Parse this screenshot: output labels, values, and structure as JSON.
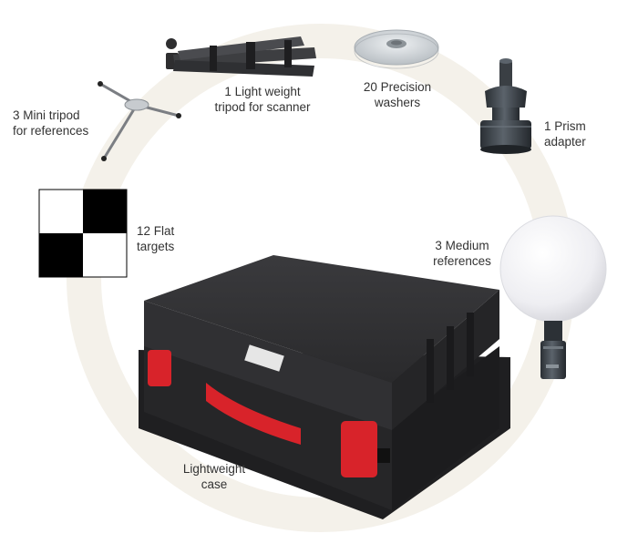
{
  "kit": {
    "items": [
      {
        "key": "tripod_scanner",
        "line1": "1 Light weight",
        "line2": "tripod for scanner"
      },
      {
        "key": "washers",
        "line1": "20 Precision",
        "line2": "washers"
      },
      {
        "key": "prism",
        "line1": "1 Prism",
        "line2": "adapter"
      },
      {
        "key": "mini_tripod",
        "line1": "3 Mini tripod",
        "line2": "for references"
      },
      {
        "key": "flat_targets",
        "line1": "12 Flat",
        "line2": "targets"
      },
      {
        "key": "medium_refs",
        "line1": "3 Medium",
        "line2": "references"
      },
      {
        "key": "case",
        "line1": "Lightweight",
        "line2": "case"
      }
    ]
  },
  "colors": {
    "ring": "#f4f1ea",
    "case_body": "#2b2b2d",
    "case_handle": "#d8232a",
    "sphere": "#f5f5f7",
    "metal_dark": "#3b4046",
    "washer": "#d9dde0"
  }
}
